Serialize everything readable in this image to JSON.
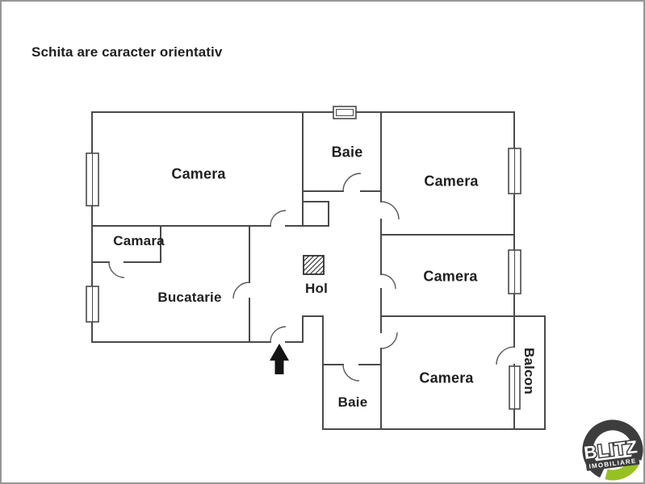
{
  "title": "Schita are caracter orientativ",
  "rooms": {
    "camera_top_left": "Camera",
    "baie_top": "Baie",
    "camera_top_right": "Camera",
    "camara": "Camara",
    "camera_middle_right": "Camera",
    "hol": "Hol",
    "bucatarie": "Bucatarie",
    "camera_bottom_right": "Camera",
    "baie_bottom": "Baie",
    "balcon": "Balcon"
  },
  "logo": {
    "brand": "BLITZ",
    "tagline": "IMOBILIARE"
  },
  "colors": {
    "wall": "#4a4a4a",
    "text": "#1f1f1f",
    "logo_dark": "#3d3d3d",
    "logo_green": "#96c121",
    "background": "#ffffff",
    "border": "#969696"
  }
}
